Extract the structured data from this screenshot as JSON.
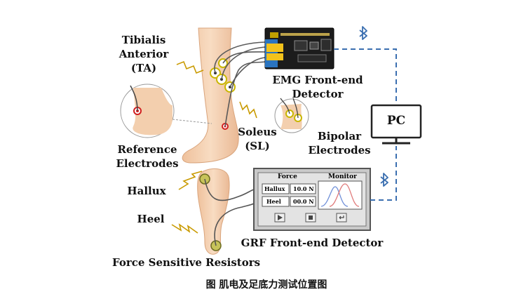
{
  "labels": {
    "tibialis_line1": "Tibialis",
    "tibialis_line2": "Anterior",
    "tibialis_line3": "(TA)",
    "emg_line1": "EMG Front-end",
    "emg_line2": "Detector",
    "reference_line1": "Reference",
    "reference_line2": "Electrodes",
    "soleus_line1": "Soleus",
    "soleus_line2": "(SL)",
    "bipolar_line1": "Bipolar",
    "bipolar_line2": "Electrodes",
    "pc": "PC",
    "hallux": "Hallux",
    "heel": "Heel",
    "fsr": "Force Sensitive Resistors",
    "grf": "GRF Front-end Detector",
    "caption": "图 肌电及足底力测试位置图"
  },
  "monitor_panel": {
    "header_force": "Force",
    "header_monitor": "Monitor",
    "rows": [
      {
        "name": "Hallux",
        "value": "10.0",
        "unit": "N"
      },
      {
        "name": "Heel",
        "value": "00.0",
        "unit": "N"
      }
    ]
  },
  "icons": [
    "bluetooth-icon",
    "bluetooth-icon",
    "play-icon",
    "stop-icon",
    "return-icon"
  ],
  "colors": {
    "skin": "#f6d3b4",
    "skin_dark": "#e8b893",
    "pcb": "#1c1c1c",
    "connector_yellow": "#f2c21b",
    "connector_blue": "#3a86c8",
    "dashed_link": "#3b6fb0",
    "panel_frame": "#555555",
    "panel_fill": "#d9d9d9",
    "curve_blue": "#6f8fd8",
    "curve_red": "#e07a7a",
    "electrode_red": "#d12020"
  }
}
